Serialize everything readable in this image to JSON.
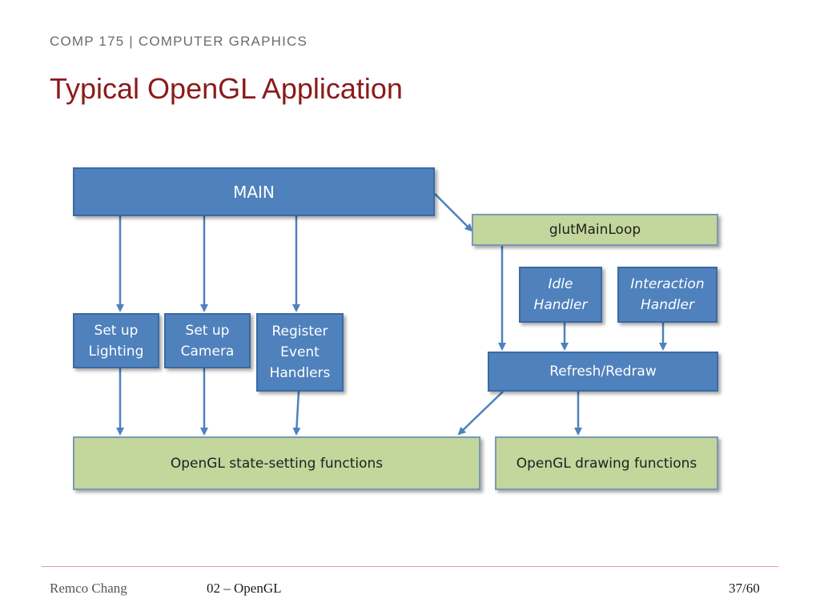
{
  "header": {
    "course": "COMP 175 | COMPUTER GRAPHICS",
    "title": "Typical OpenGL Application"
  },
  "diagram": {
    "main": "MAIN",
    "glut_main_loop": "glutMainLoop",
    "set_up_lighting": "Set up\nLighting",
    "set_up_camera": "Set up\nCamera",
    "register_event_handlers": "Register\nEvent\nHandlers",
    "idle_handler": "Idle\nHandler",
    "interaction_handler": "Interaction\nHandler",
    "refresh_redraw": "Refresh/Redraw",
    "state_setting": "OpenGL state-setting functions",
    "drawing": "OpenGL drawing functions"
  },
  "colors": {
    "blue_box": "#4f81bd",
    "green_box": "#c3d69b",
    "title": "#8b1a1a"
  },
  "footer": {
    "author": "Remco Chang",
    "lecture": "02 – OpenGL",
    "page": "37/60"
  }
}
